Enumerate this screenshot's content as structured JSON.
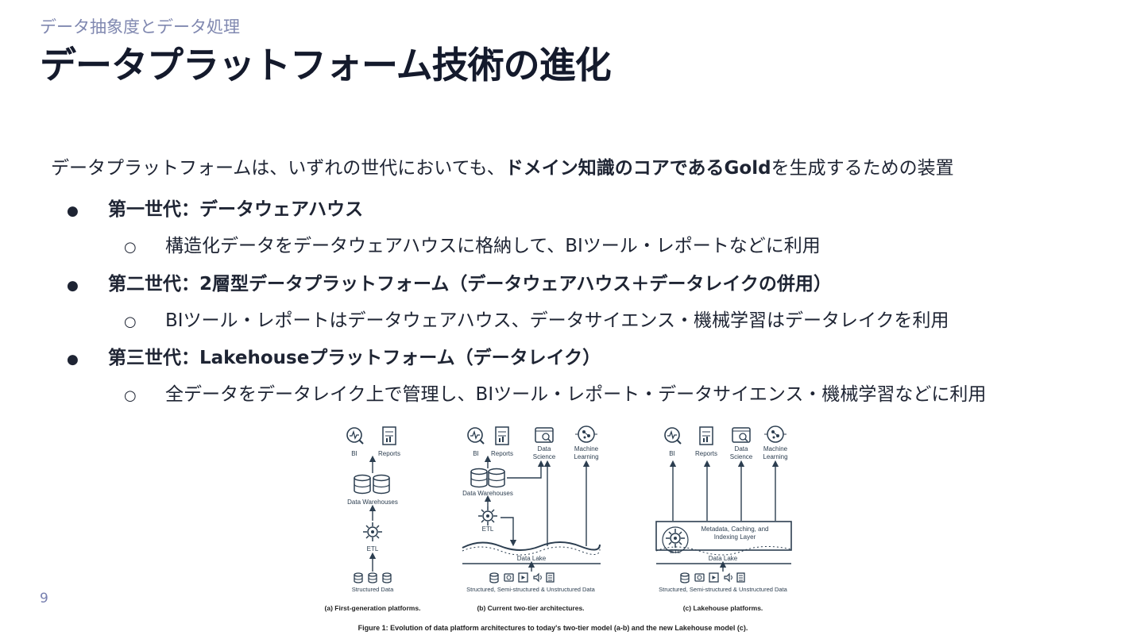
{
  "header": {
    "subtitle": "データ抽象度とデータ処理",
    "title": "データプラットフォーム技術の進化"
  },
  "lead": {
    "prefix": "データプラットフォームは、いずれの世代においても、",
    "bold": "ドメイン知識のコアであるGold",
    "suffix": "を生成するための装置"
  },
  "bullets": [
    {
      "bullet": "●",
      "label": "第一世代：データウェアハウス",
      "sub_bullet": "○",
      "sub": "構造化データをデータウェアハウスに格納して、BIツール・レポートなどに利用"
    },
    {
      "bullet": "●",
      "label": "第二世代：2層型データプラットフォーム（データウェアハウス＋データレイクの併用）",
      "sub_bullet": "○",
      "sub": "BIツール・レポートはデータウェアハウス、データサイエンス・機械学習はデータレイクを利用"
    },
    {
      "bullet": "●",
      "label": "第三世代：Lakehouseプラットフォーム（データレイク）",
      "sub_bullet": "○",
      "sub": "全データをデータレイク上で管理し、BIツール・レポート・データサイエンス・機械学習などに利用"
    }
  ],
  "figure": {
    "panel_a": {
      "bi": "BI",
      "reports": "Reports",
      "warehouses": "Data Warehouses",
      "etl": "ETL",
      "source": "Structured Data",
      "caption": "(a) First-generation platforms."
    },
    "panel_b": {
      "bi": "BI",
      "reports": "Reports",
      "data": "Data",
      "science": "Science",
      "machine": "Machine",
      "learning": "Learning",
      "warehouses": "Data Warehouses",
      "etl": "ETL",
      "lake": "Data Lake",
      "source": "Structured, Semi-structured & Unstructured Data",
      "caption": "(b) Current two-tier architectures."
    },
    "panel_c": {
      "bi": "BI",
      "reports": "Reports",
      "data": "Data",
      "science": "Science",
      "machine": "Machine",
      "learning": "Learning",
      "layer_line1": "Metadata, Caching, and",
      "layer_line2": "Indexing Layer",
      "etl": "ETL",
      "lake": "Data Lake",
      "source": "Structured, Semi-structured & Unstructured Data",
      "caption": "(c) Lakehouse platforms."
    },
    "caption": "Figure 1: Evolution of data platform architectures to today's two-tier model (a-b) and the new Lakehouse model (c)."
  },
  "page": {
    "number": "9"
  },
  "colors": {
    "title": "#141a2c",
    "subtitle": "#8088b0",
    "figure_ink": "#2c3e50"
  }
}
